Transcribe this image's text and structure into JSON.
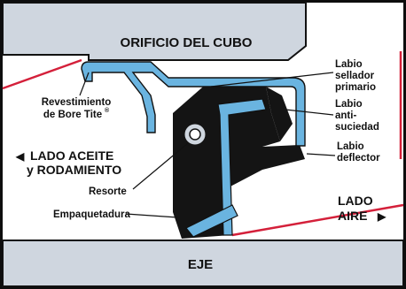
{
  "labels": {
    "hub_bore": "ORIFICIO DEL CUBO",
    "shaft": "EJE",
    "primary_lip": [
      "Labio",
      "sellador",
      "primario"
    ],
    "antiwick_lip": [
      "Labio",
      "anti-",
      "suciedad"
    ],
    "deflector_lip": [
      "Labio",
      "deflector"
    ],
    "bore_coating": [
      "Revestimiento",
      "de Bore Tite"
    ],
    "bore_coating_mark": "®",
    "oil_side": [
      "LADO ACEITE",
      "y RODAMIENTO"
    ],
    "spring": "Resorte",
    "gasket": "Empaquetadura",
    "air_side": [
      "LADO",
      "AIRE"
    ],
    "left_arrow": "◀",
    "right_arrow": "▶"
  },
  "colors": {
    "background": "#ffffff",
    "frame": "#0d0d0d",
    "metal_gray": "#cfd6df",
    "seal_blue": "#6ab4e0",
    "rubber_black": "#141414",
    "accent_red": "#d4203a"
  }
}
